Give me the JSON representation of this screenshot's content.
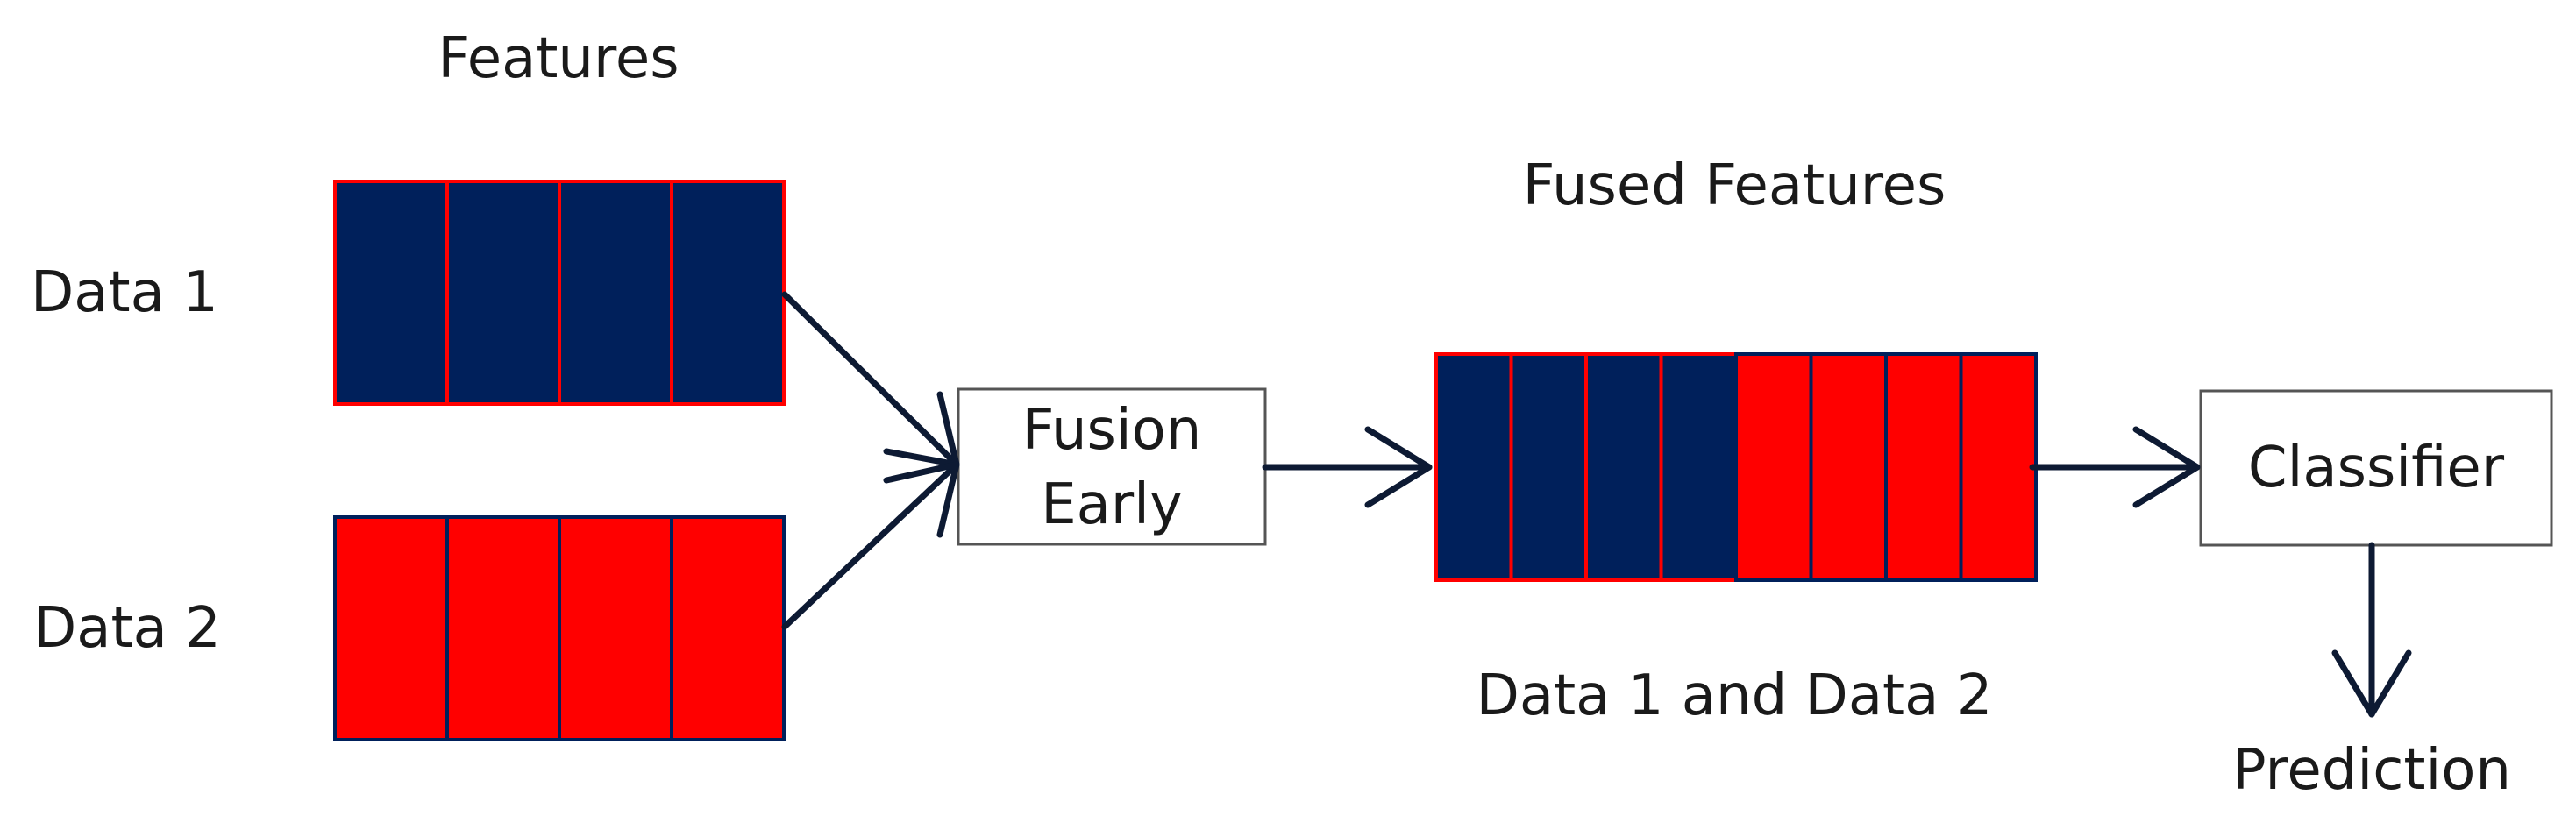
{
  "labels": {
    "features": "Features",
    "fused_features": "Fused Features",
    "data1": "Data 1",
    "data2": "Data 2",
    "fusion_line1": "Fusion",
    "fusion_line2": "Early",
    "classifier": "Classifier",
    "fused_caption": "Data 1 and Data 2",
    "prediction": "Prediction"
  },
  "colors": {
    "data1_fill": "#00205b",
    "data1_border": "#ff0000",
    "data2_fill": "#ff0000",
    "data2_border": "#00205b",
    "arrow": "#0d1a33",
    "box_border": "#555555",
    "text": "#1a1a1a"
  },
  "feature_vectors": {
    "data1_cells": 4,
    "data2_cells": 4
  }
}
